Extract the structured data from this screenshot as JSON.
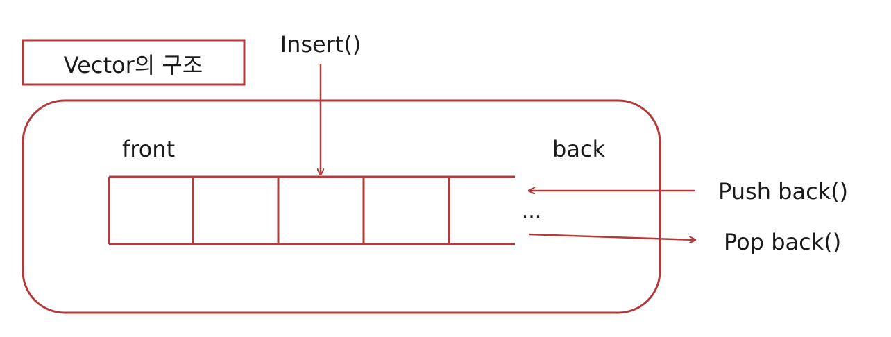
{
  "title": "Vector의 구조",
  "labels": {
    "front": "front",
    "back": "back",
    "ellipsis": "..."
  },
  "operations": {
    "insert": "Insert()",
    "push_back": "Push back()",
    "pop_back": "Pop back()"
  },
  "vector": {
    "cell_count": 5
  },
  "colors": {
    "stroke": "#b33a3a",
    "text": "#1a1a1a",
    "background": "#ffffff"
  }
}
